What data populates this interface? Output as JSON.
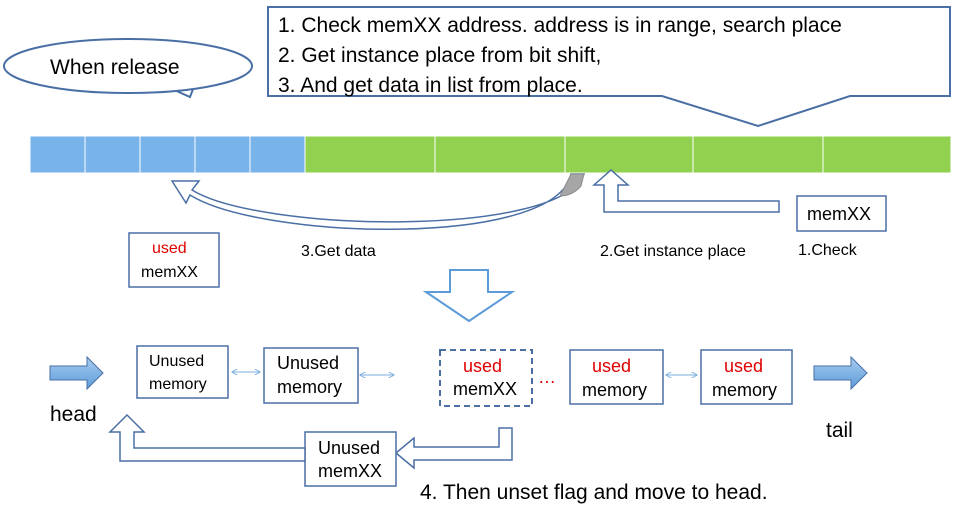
{
  "callout": {
    "line1": "1. Check memXX address. address is in range, search place",
    "line2": "2.  Get instance place from bit shift,",
    "line3": "3. And get data in list from place."
  },
  "bubble": {
    "text": "When release"
  },
  "steps": {
    "check": "1.Check",
    "get_instance": "2.Get instance place",
    "get_data": "3.Get data",
    "then": "4. Then unset flag and move to head."
  },
  "boxes": {
    "memxx_top": "memXX",
    "used_top": {
      "flag": "used",
      "name": "memXX"
    },
    "unused1": {
      "line1": "Unused",
      "line2": "memory"
    },
    "unused2": {
      "line1": "Unused",
      "line2": "memory"
    },
    "used_dashed": {
      "flag": "used",
      "name": "memXX"
    },
    "used_mem1": {
      "flag": "used",
      "name": "memory"
    },
    "used_mem2": {
      "flag": "used",
      "name": "memory"
    },
    "unused_bottom": {
      "line1": "Unused",
      "line2": "memXX"
    }
  },
  "list_labels": {
    "head": "head",
    "tail": "tail",
    "ellipsis": "…"
  },
  "colors": {
    "used_blue": "#78b3ea",
    "unused_green": "#92d050",
    "arrow_blue": "#7aaee0",
    "outline": "#4a6fa5",
    "red_text": "#e00000"
  }
}
